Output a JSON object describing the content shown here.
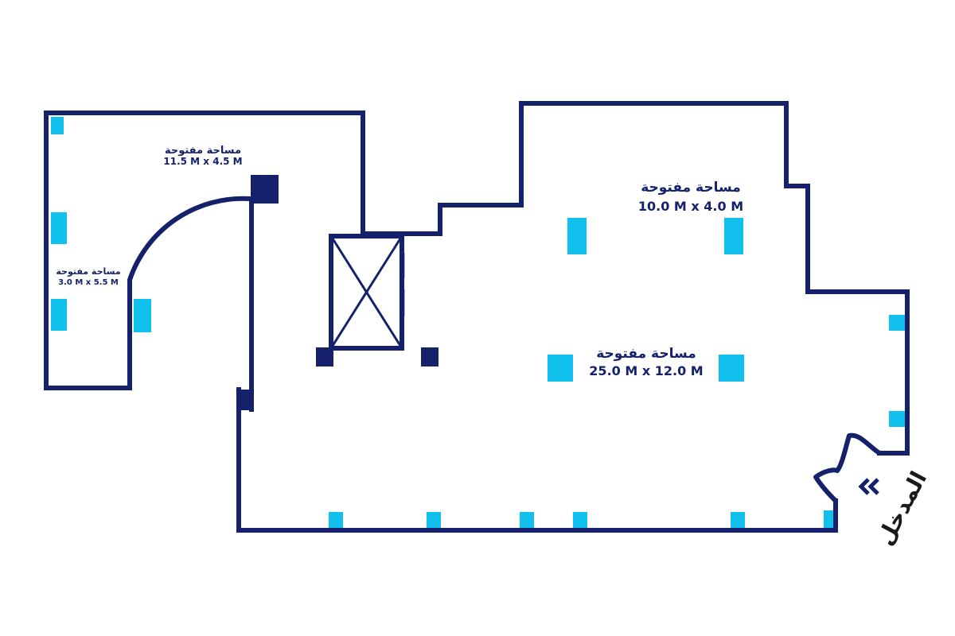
{
  "colors": {
    "wall": "#15216b",
    "window": "#b8bcc4",
    "column": "#11c0ec",
    "background": "#ffffff"
  },
  "rooms": [
    {
      "name": "مساحة مفتوحة",
      "size": "11.5 M x 4.5 M"
    },
    {
      "name": "مساحة مفتوحة",
      "size": "3.0 M x 5.5 M"
    },
    {
      "name": "مساحة مفتوحة",
      "size": "10.0 M x 4.0 M"
    },
    {
      "name": "مساحة مفتوحة",
      "size": "25.0 M x 12.0 M"
    }
  ],
  "entrance": {
    "label": "المدخل",
    "icon": "double-chevron-left-icon"
  },
  "icons": {
    "elevator": "elevator-cross-icon",
    "pillar": "pillar-square-icon"
  }
}
